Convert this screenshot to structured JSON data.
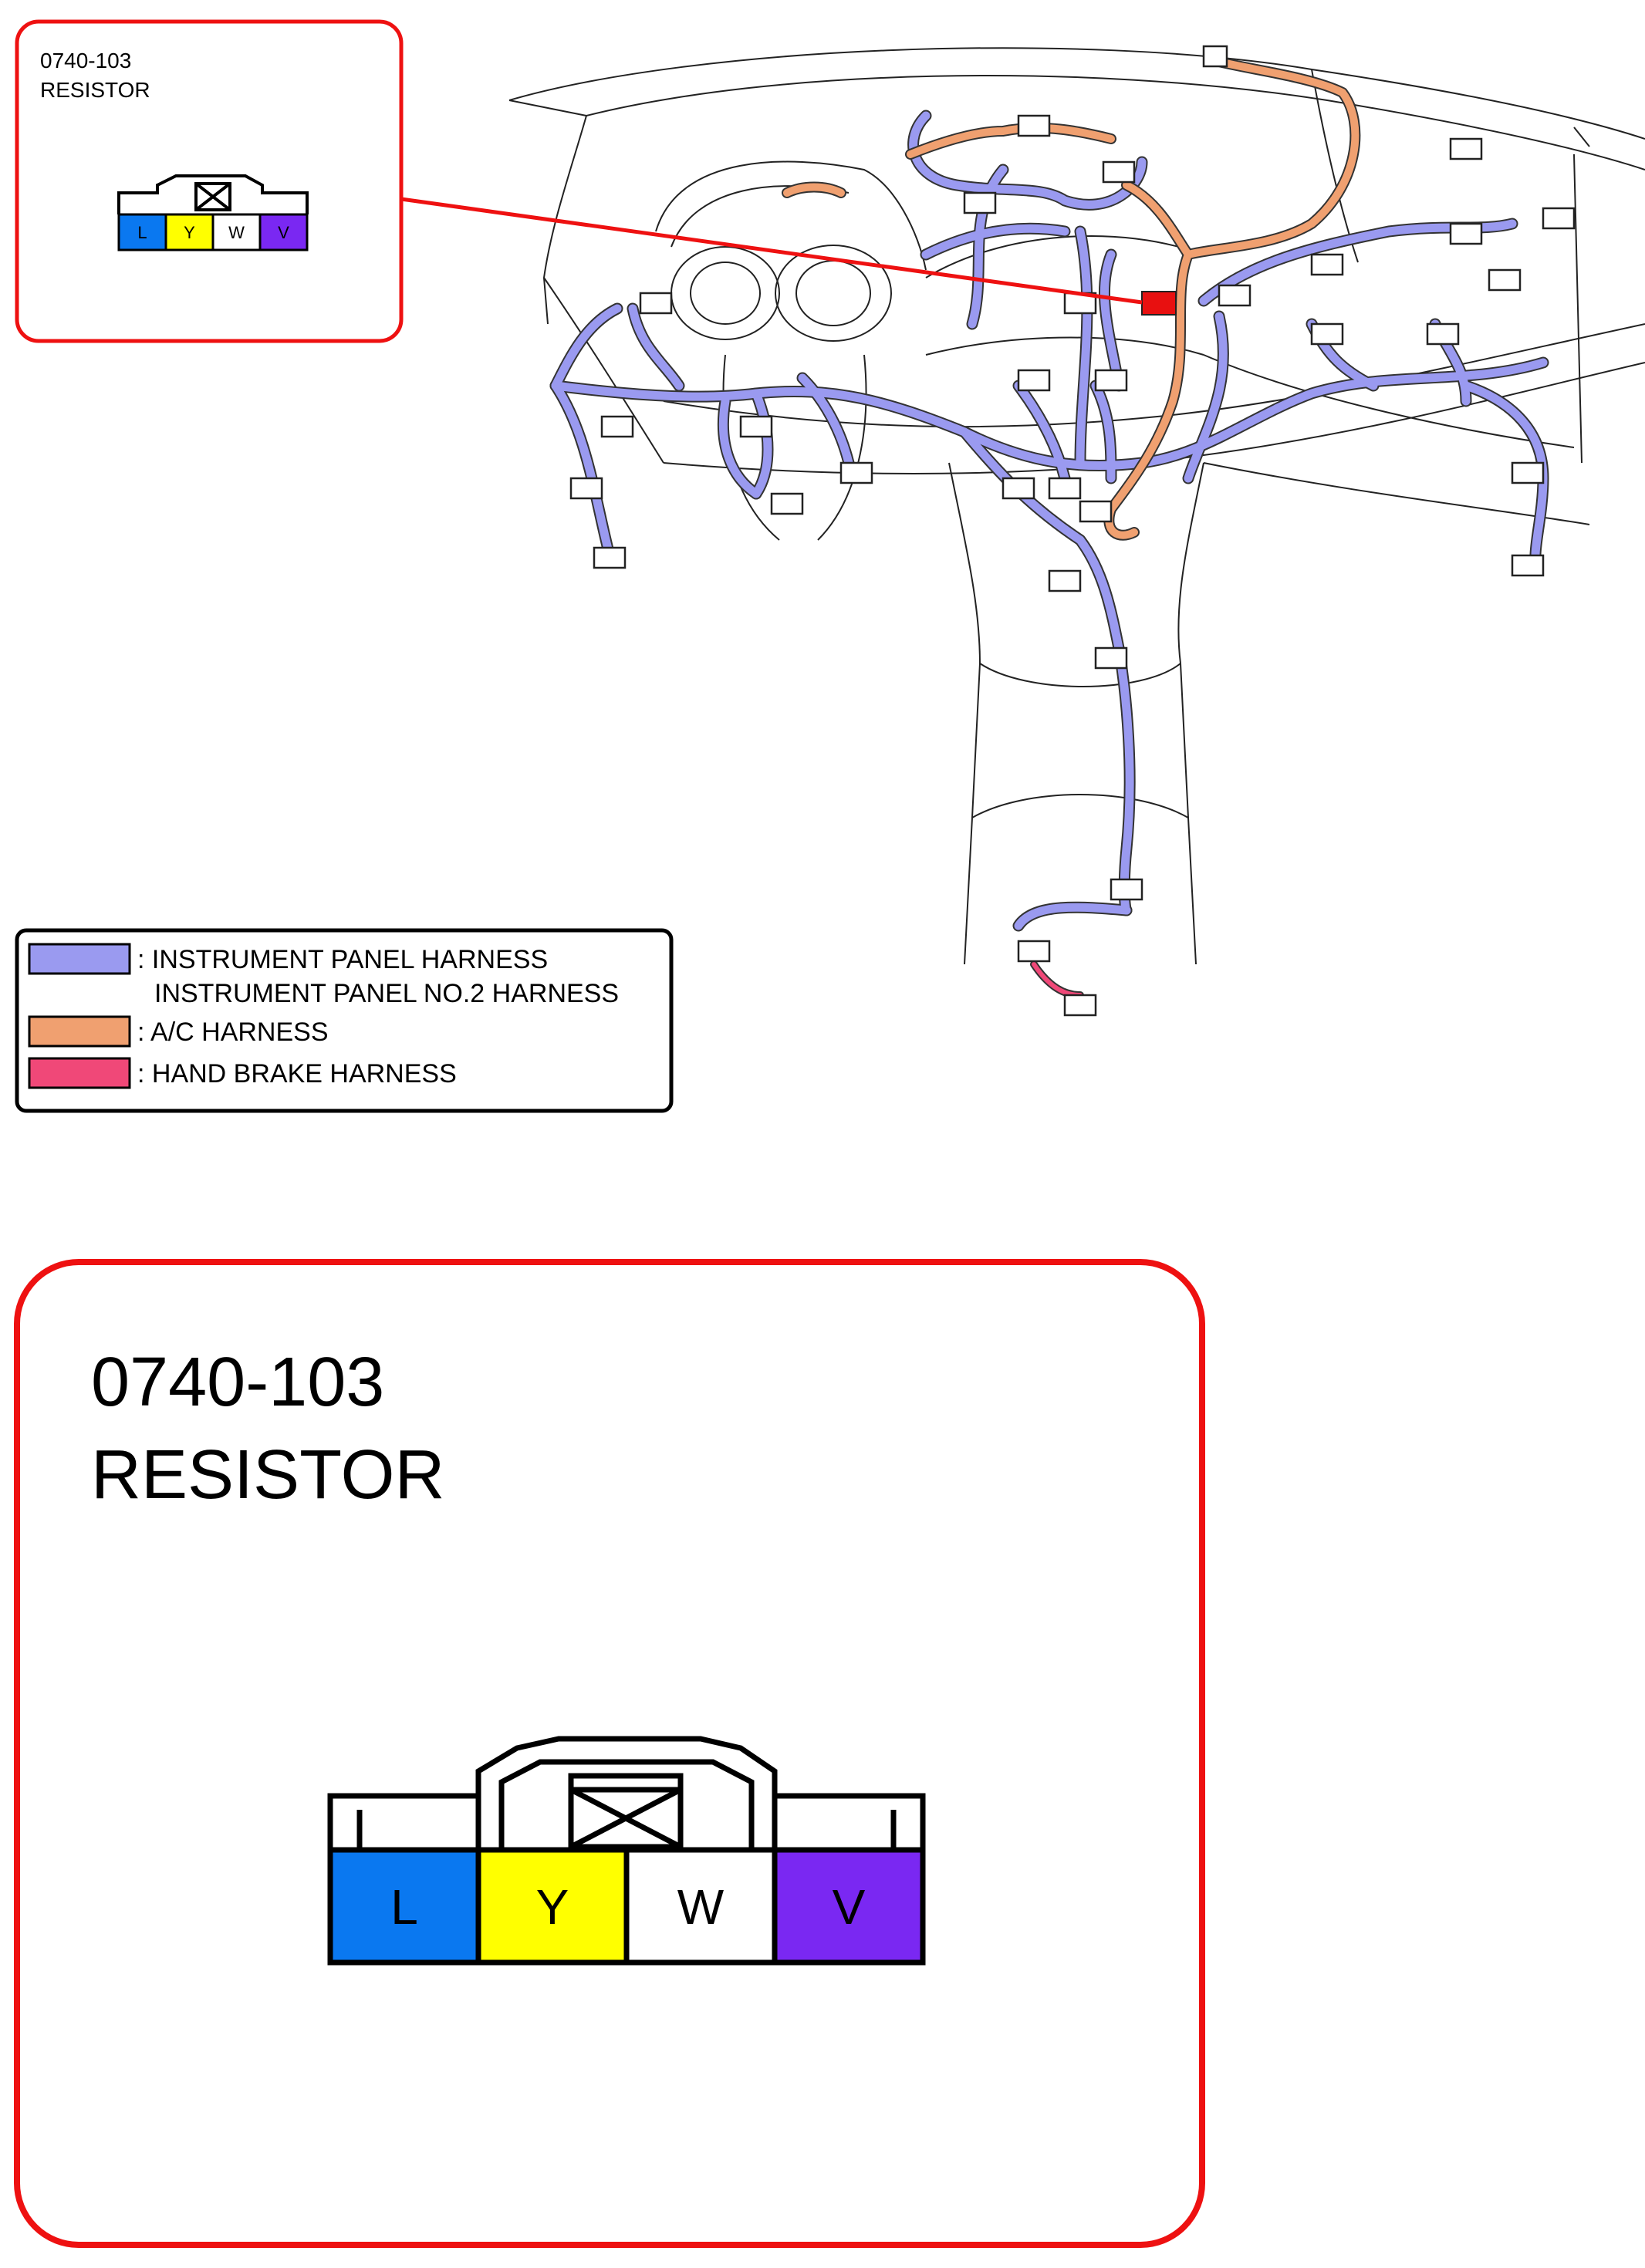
{
  "connector": {
    "code": "0740-103",
    "name": "RESISTOR"
  },
  "pins": [
    {
      "label": "L",
      "color": "#0a78f0"
    },
    {
      "label": "Y",
      "color": "#ffff00"
    },
    {
      "label": "W",
      "color": "#ffffff"
    },
    {
      "label": "V",
      "color": "#7a28f2"
    }
  ],
  "legend": [
    {
      "color": "#9a9af0",
      "lines": [
        ": INSTRUMENT PANEL HARNESS",
        "INSTRUMENT PANEL NO.2 HARNESS"
      ]
    },
    {
      "color": "#f0a070",
      "lines": [
        ": A/C HARNESS"
      ]
    },
    {
      "color": "#f04878",
      "lines": [
        ": HAND BRAKE HARNESS"
      ]
    }
  ],
  "colors": {
    "callout_border": "#ee1111",
    "highlight_connector": "#e81010",
    "panel_harness": "#9a9af0",
    "ac_harness": "#f0a070",
    "hand_brake_harness": "#f04878"
  }
}
